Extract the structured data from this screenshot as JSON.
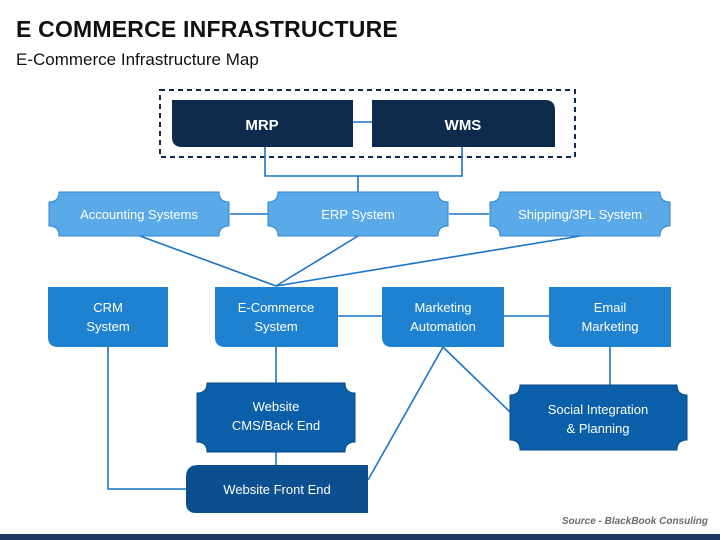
{
  "title": "E COMMERCE INFRASTRUCTURE",
  "subtitle": "E-Commerce Infrastructure Map",
  "source": "Source - BlackBook Consuling",
  "colors": {
    "dark_navy": "#0e2a4d",
    "light_blue": "#5aaae8",
    "mid_blue": "#1f82d1",
    "deep_blue": "#0a5fa8",
    "connector": "#1b74c5"
  },
  "nodes": {
    "mrp": [
      "MRP"
    ],
    "wms": [
      "WMS"
    ],
    "accounting": [
      "Accounting Systems"
    ],
    "erp": [
      "ERP System"
    ],
    "shipping": [
      "Shipping/3PL System"
    ],
    "crm": [
      "CRM",
      "System"
    ],
    "ecommerce": [
      "E-Commerce",
      "System"
    ],
    "marketing": [
      "Marketing",
      "Automation"
    ],
    "email": [
      "Email",
      "Marketing"
    ],
    "cms": [
      "Website",
      "CMS/Back End"
    ],
    "social": [
      "Social Integration",
      "& Planning"
    ],
    "frontend": [
      "Website Front End"
    ]
  }
}
